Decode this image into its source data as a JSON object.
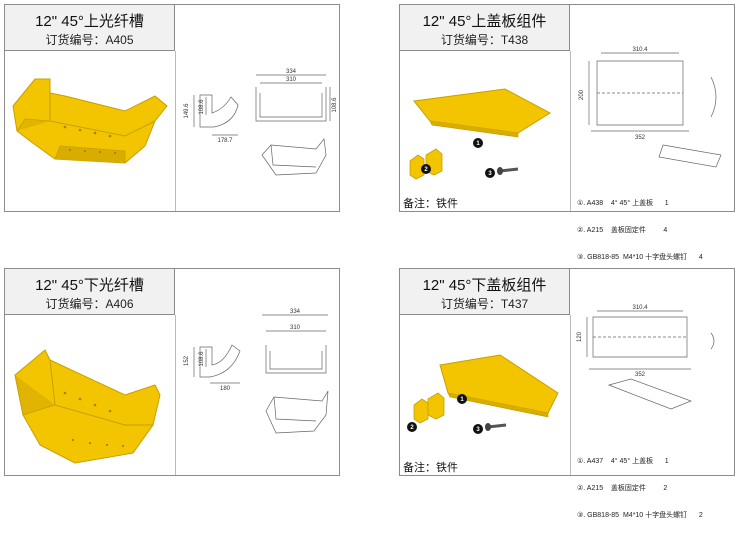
{
  "cards": [
    {
      "title": "12\" 45°上光纤槽",
      "code": "订货编号：A405",
      "dims": {
        "w_outer": "334",
        "w_inner": "310",
        "h_left": "149.6",
        "h_small": "108.6",
        "depth": "178.7",
        "h_right": "108.6"
      }
    },
    {
      "title": "12\" 45°上盖板组件",
      "code": "订货编号：T438",
      "dims": {
        "top": "310.4",
        "left": "200",
        "bottom": "352"
      },
      "legend": [
        "①. A438    4° 45° 上盖板      1",
        "②. A215    盖板固定件         4",
        "③. GB818-85  M4*10 十字盘头螺钉      4"
      ],
      "note": "备注：铁件",
      "bubbles": [
        "1",
        "2",
        "3"
      ]
    },
    {
      "title": "12\" 45°下光纤槽",
      "code": "订货编号：A406",
      "dims": {
        "w_outer": "334",
        "w_inner": "310",
        "h_left": "152",
        "h_small": "108.6",
        "depth": "180"
      }
    },
    {
      "title": "12\" 45°下盖板组件",
      "code": "订货编号：T437",
      "dims": {
        "top": "310.4",
        "left": "120",
        "bottom": "352"
      },
      "legend": [
        "①. A437    4° 45° 上盖板      1",
        "②. A215    盖板固定件         2",
        "③. GB818-85  M4*10 十字盘头螺钉      2"
      ],
      "note": "备注：铁件",
      "bubbles": [
        "1",
        "2",
        "3"
      ]
    }
  ]
}
